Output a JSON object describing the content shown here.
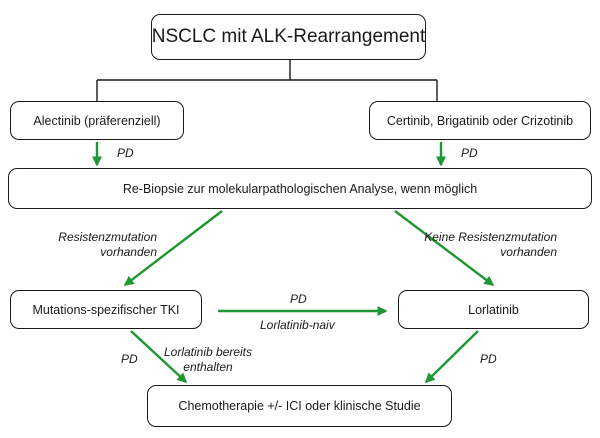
{
  "colors": {
    "arrow": "#1e9632",
    "line": "#1a1a1a",
    "text": "#1a1a1a"
  },
  "boxes": {
    "root": "NSCLC mit ALK-Rearrangement",
    "alectinib": "Alectinib (präferenziell)",
    "others": "Certinib, Brigatinib oder Crizotinib",
    "rebiopsy": "Re-Biopsie zur molekularpathologischen Analyse, wenn möglich",
    "mutation_tki": "Mutations-spezifischer TKI",
    "lorlatinib": "Lorlatinib",
    "chemo": "Chemotherapie +/- ICI oder klinische Studie"
  },
  "labels": {
    "pd": "PD",
    "resistance_1": "Resistenzmutation",
    "resistance_2": "vorhanden",
    "no_resistance_1": "Keine Resistenzmutation",
    "no_resistance_2": "vorhanden",
    "lorlatinib_naive": "Lorlatinib-naiv",
    "lorlatinib_already_1": "Lorlatinib bereits",
    "lorlatinib_already_2": "enthalten"
  }
}
